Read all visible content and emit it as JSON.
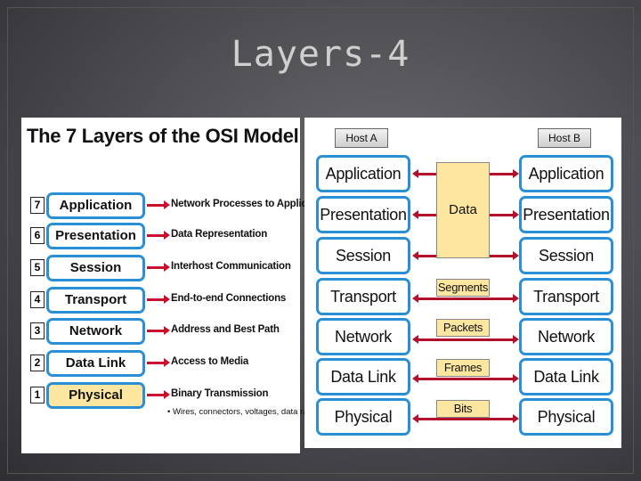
{
  "slide": {
    "title": "Layers-4"
  },
  "osi_table": {
    "heading": "The 7 Layers of the OSI Model",
    "layers": [
      {
        "num": "7",
        "name": "Application",
        "function": "Network Processes to Applications"
      },
      {
        "num": "6",
        "name": "Presentation",
        "function": "Data Representation"
      },
      {
        "num": "5",
        "name": "Session",
        "function": "Interhost Communication"
      },
      {
        "num": "4",
        "name": "Transport",
        "function": "End-to-end Connections"
      },
      {
        "num": "3",
        "name": "Network",
        "function": "Address and Best Path"
      },
      {
        "num": "2",
        "name": "Data Link",
        "function": "Access to Media"
      },
      {
        "num": "1",
        "name": "Physical",
        "function": "Binary Transmission"
      }
    ],
    "physical_note": "• Wires, connectors, voltages, data rates",
    "highlight_color": "#fde7a0",
    "box_border_color": "#2b8fd6",
    "arrow_color": "#c8102e"
  },
  "encapsulation": {
    "host_a": "Host A",
    "host_b": "Host B",
    "layers": [
      "Application",
      "Presentation",
      "Session",
      "Transport",
      "Network",
      "Data Link",
      "Physical"
    ],
    "data_label": "Data",
    "pdus": [
      "Segments",
      "Packets",
      "Frames",
      "Bits"
    ]
  }
}
